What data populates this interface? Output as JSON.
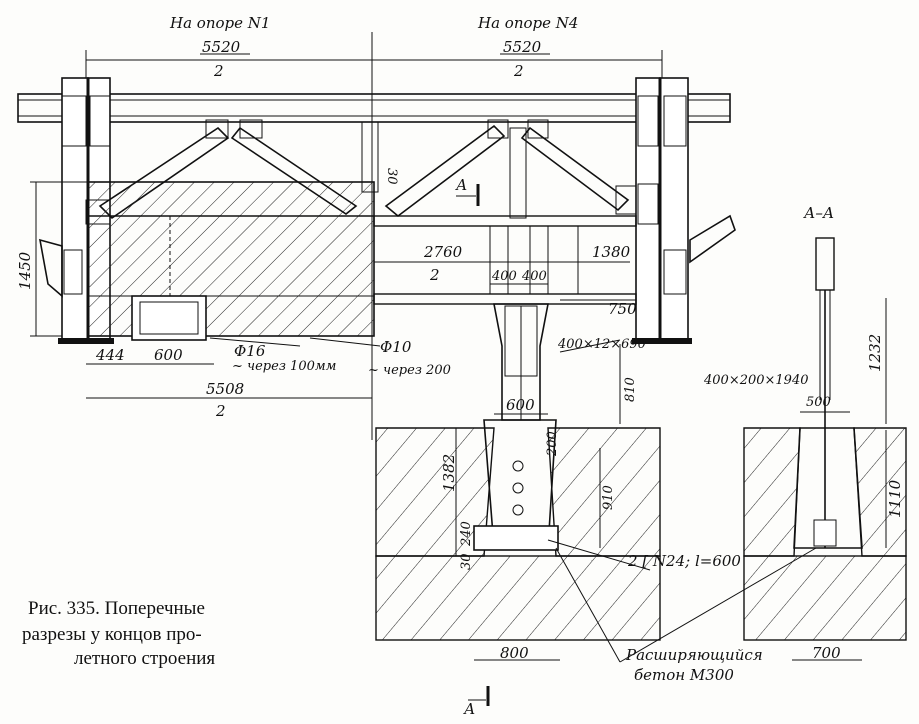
{
  "headers": {
    "left": "На опоре N1",
    "right": "На опоре N4"
  },
  "dims": {
    "top_left_num": "5520",
    "top_left_den": "2",
    "top_right_num": "5520",
    "top_right_den": "2",
    "d30": "30",
    "d1450": "1450",
    "d2760_num": "2760",
    "d2760_den": "2",
    "d1380": "1380",
    "d400a": "400",
    "d400b": "400",
    "d750": "750",
    "plate": "400×12×690",
    "d444": "444",
    "d600a": "600",
    "phi16": "Φ16",
    "step100": "~ через 100мм",
    "phi10": "Φ10",
    "step200": "~ через 200",
    "d5508_num": "5508",
    "d5508_den": "2",
    "d810": "810",
    "d600b": "600",
    "d1382": "1382",
    "d200": "200",
    "d910": "910",
    "d240": "240",
    "d30b": "30",
    "channel": "2 [ N24; l=600",
    "d800": "800",
    "concrete1": "Расширяющийся",
    "concrete2": "бетон  М300",
    "section_label": "А–А",
    "post": "400×200×1940",
    "d500": "500",
    "d1232": "1232",
    "d1110": "1110",
    "d700": "700",
    "cut_a1": "А",
    "cut_a2": "А"
  },
  "caption": {
    "line1": "Рис. 335. Поперечные",
    "line2": "разрезы  у концов  про-",
    "line3": "летного строения"
  }
}
